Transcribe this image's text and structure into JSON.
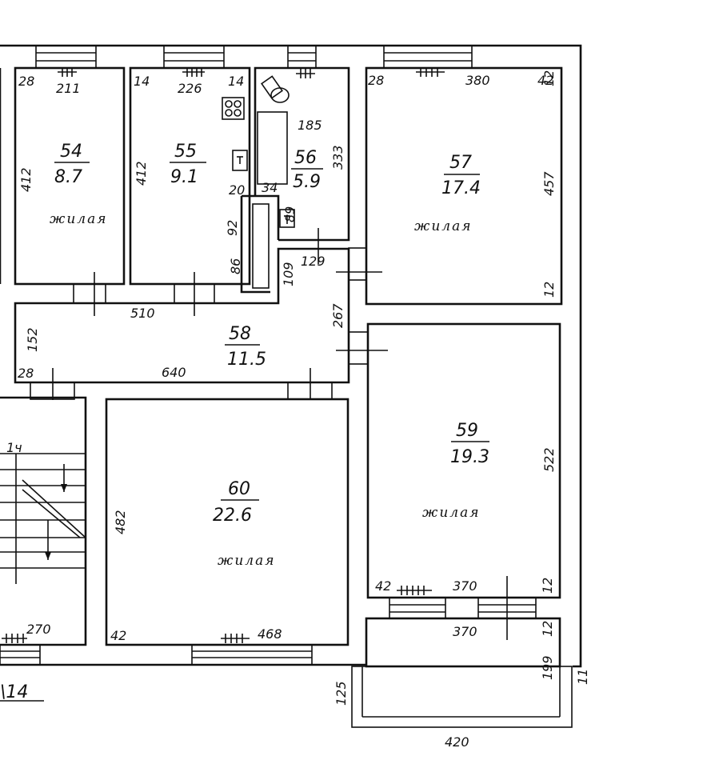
{
  "rooms": [
    {
      "id": "54",
      "area": "8.7",
      "type": "жилая"
    },
    {
      "id": "55",
      "area": "9.1",
      "type": ""
    },
    {
      "id": "56",
      "area": "5.9",
      "type": ""
    },
    {
      "id": "57",
      "area": "17.4",
      "type": "жилая"
    },
    {
      "id": "58",
      "area": "11.5",
      "type": ""
    },
    {
      "id": "59",
      "area": "19.3",
      "type": "жилая"
    },
    {
      "id": "60",
      "area": "22.6",
      "type": "жилая"
    }
  ],
  "dims": {
    "d28a": "28",
    "d211": "211",
    "d14a": "14",
    "d226": "226",
    "d14b": "14",
    "d28b": "28",
    "d380": "380",
    "d42a": "42",
    "d12a": "12",
    "d412a": "412",
    "d412b": "412",
    "d185": "185",
    "d333": "333",
    "d457": "457",
    "d20": "20",
    "d34": "34",
    "d89": "89",
    "d92": "92",
    "d86": "86",
    "d129": "129",
    "d109": "109",
    "d12b": "12",
    "d510": "510",
    "d267": "267",
    "d152": "152",
    "d28c": "28",
    "d640": "640",
    "d522": "522",
    "d482": "482",
    "d42b": "42",
    "d370a": "370",
    "d12c": "12",
    "d370b": "370",
    "d12d": "12",
    "d199": "199",
    "d11": "11",
    "d270": "270",
    "d42c": "42",
    "d468": "468",
    "d125": "125",
    "d420": "420"
  },
  "stair_label": "1ч",
  "axis_label": "\\14"
}
